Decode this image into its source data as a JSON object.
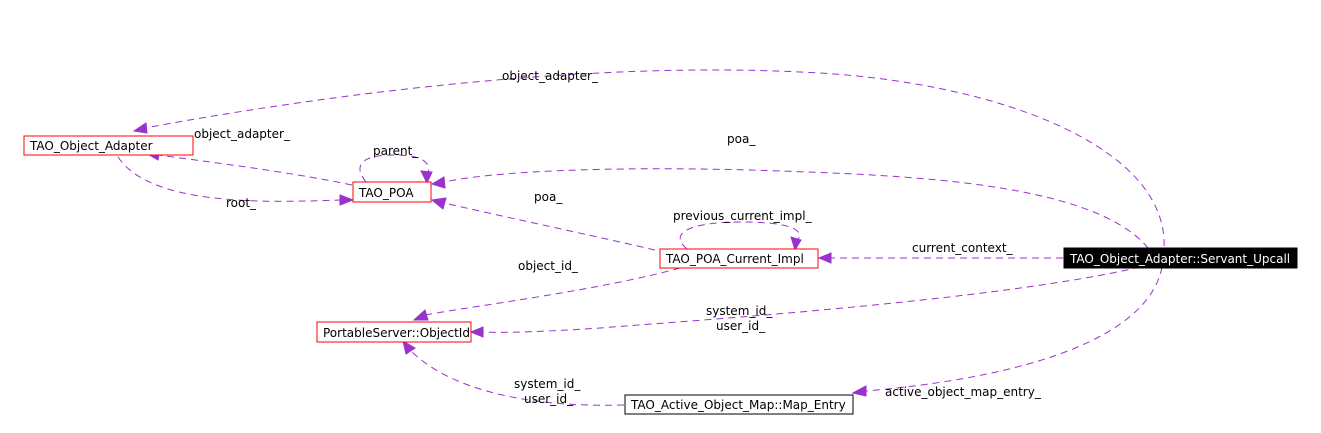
{
  "nodes": {
    "object_adapter": {
      "label": "TAO_Object_Adapter"
    },
    "poa": {
      "label": "TAO_POA"
    },
    "poa_current_impl": {
      "label": "TAO_POA_Current_Impl"
    },
    "object_id": {
      "label": "PortableServer::ObjectId"
    },
    "map_entry": {
      "label": "TAO_Active_Object_Map::Map_Entry"
    },
    "servant_upcall": {
      "label": "TAO_Object_Adapter::Servant_Upcall"
    }
  },
  "edges": {
    "upcall_object_adapter": "object_adapter_",
    "poa_object_adapter": "object_adapter_",
    "poa_parent": "parent_",
    "adapter_root": "root_",
    "upcall_poa": "poa_",
    "current_poa": "poa_",
    "current_previous": "previous_current_impl_",
    "upcall_current_context": "current_context_",
    "current_object_id": "object_id_",
    "upcall_ids_system": "system_id_",
    "upcall_ids_user": "user_id_",
    "entry_ids_system": "system_id_",
    "entry_ids_user": "user_id_",
    "upcall_map_entry": "active_object_map_entry_"
  },
  "colors": {
    "edge": "#9a32cd",
    "node_border": "#ff0000",
    "focus_fill": "#000000",
    "focus_text": "#ffffff",
    "plain_border": "#000000"
  }
}
